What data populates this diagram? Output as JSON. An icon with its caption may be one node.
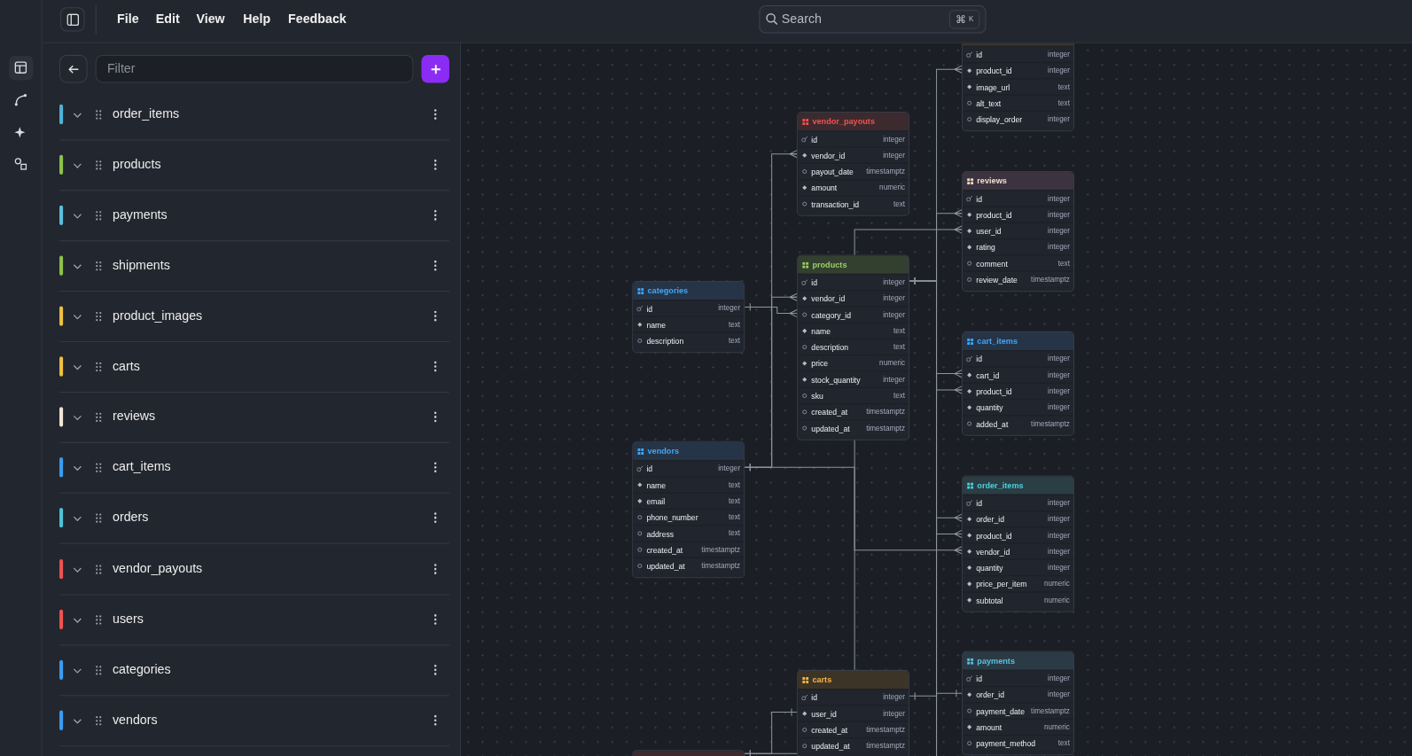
{
  "diagram": {
    "nodes": [
      {
        "text": [],
        "shape": "box"
      },
      {
        "text": [
          "id",
          "integer"
        ],
        "in": 0
      },
      {
        "text": [
          "product_id",
          "integer"
        ],
        "in": 0
      },
      {
        "text": [
          "image_url",
          "text"
        ],
        "in": 0
      },
      {
        "text": [
          "alt_text",
          "text"
        ],
        "in": 0
      },
      {
        "text": [
          "display_order",
          "integer"
        ],
        "in": 0
      },
      {
        "text": [
          "vendor_payouts"
        ]
      },
      {
        "text": [
          "id",
          "integer"
        ],
        "in": 6
      },
      {
        "text": [
          "vendor_id",
          "integer"
        ],
        "in": 6
      },
      {
        "text": [
          "payout_date",
          "timestamptz"
        ],
        "in": 6
      },
      {
        "text": [
          "amount",
          "numeric"
        ],
        "in": 6
      },
      {
        "text": [
          "transaction_id",
          "text"
        ],
        "in": 6
      },
      {
        "text": [
          "reviews"
        ]
      },
      {
        "text": [
          "id",
          "integer"
        ],
        "in": 12
      },
      {
        "text": [
          "product_id",
          "integer"
        ],
        "in": 12
      },
      {
        "text": [
          "user_id",
          "integer"
        ],
        "in": 12
      },
      {
        "text": [
          "rating",
          "integer"
        ],
        "in": 12
      },
      {
        "text": [
          "comment",
          "text"
        ],
        "in": 12
      },
      {
        "text": [
          "review_date",
          "timestamptz"
        ],
        "in": 12
      },
      {
        "text": [
          "categories"
        ]
      },
      {
        "text": [
          "id",
          "integer"
        ],
        "in": 19
      },
      {
        "text": [
          "name",
          "text"
        ],
        "in": 19
      },
      {
        "text": [
          "description",
          "text"
        ],
        "in": 19
      },
      {
        "text": [
          "products"
        ]
      },
      {
        "text": [
          "id",
          "integer"
        ],
        "in": 23
      },
      {
        "text": [
          "vendor_id",
          "integer"
        ],
        "in": 23
      },
      {
        "text": [
          "category_id",
          "integer"
        ],
        "in": 23
      },
      {
        "text": [
          "name",
          "text"
        ],
        "in": 23
      },
      {
        "text": [
          "description",
          "text"
        ],
        "in": 23
      },
      {
        "text": [
          "price",
          "numeric"
        ],
        "in": 23
      },
      {
        "text": [
          "stock_quantity",
          "integer"
        ],
        "in": 23
      },
      {
        "text": [
          "sku",
          "text"
        ],
        "in": 23
      },
      {
        "text": [
          "created_at",
          "timestamptz"
        ],
        "in": 23
      },
      {
        "text": [
          "updated_at",
          "timestamptz"
        ],
        "in": 23
      },
      {
        "text": [
          "cart_items"
        ]
      },
      {
        "text": [
          "id",
          "integer"
        ],
        "in": 34
      },
      {
        "text": [
          "cart_id",
          "integer"
        ],
        "in": 34
      },
      {
        "text": [
          "product_id",
          "integer"
        ],
        "in": 34
      },
      {
        "text": [
          "quantity",
          "integer"
        ],
        "in": 34
      },
      {
        "text": [
          "added_at",
          "timestamptz"
        ],
        "in": 34
      },
      {
        "text": [
          "vendors"
        ]
      },
      {
        "text": [
          "id",
          "integer"
        ],
        "in": 40
      },
      {
        "text": [
          "name",
          "text"
        ],
        "in": 40
      },
      {
        "text": [
          "email",
          "text"
        ],
        "in": 40
      },
      {
        "text": [
          "phone_number",
          "text"
        ],
        "in": 40
      },
      {
        "text": [
          "address",
          "text"
        ],
        "in": 40
      },
      {
        "text": [
          "created_at",
          "timestamptz"
        ],
        "in": 40
      },
      {
        "text": [
          "updated_at",
          "timestamptz"
        ],
        "in": 40
      },
      {
        "text": [
          "order_items"
        ]
      },
      {
        "text": [
          "id",
          "integer"
        ],
        "in": 48
      },
      {
        "text": [
          "order_id",
          "integer"
        ],
        "in": 48
      },
      {
        "text": [
          "product_id",
          "integer"
        ],
        "in": 48
      },
      {
        "text": [
          "vendor_id",
          "integer"
        ],
        "in": 48
      },
      {
        "text": [
          "quantity",
          "integer"
        ],
        "in": 48
      },
      {
        "text": [
          "price_per_item",
          "numeric"
        ],
        "in": 48
      },
      {
        "text": [
          "subtotal",
          "numeric"
        ],
        "in": 48
      },
      {
        "text": [
          "payments"
        ]
      },
      {
        "text": [
          "id",
          "integer"
        ],
        "in": 56
      },
      {
        "text": [
          "order_id",
          "integer"
        ],
        "in": 56
      },
      {
        "text": [
          "payment_date",
          "timestamptz"
        ],
        "in": 56
      },
      {
        "text": [
          "amount",
          "numeric"
        ],
        "in": 56
      },
      {
        "text": [
          "payment_method",
          "text"
        ],
        "in": 56
      },
      {
        "text": [
          "carts"
        ]
      },
      {
        "text": [
          "id",
          "integer"
        ],
        "in": 62
      },
      {
        "text": [
          "user_id",
          "integer"
        ],
        "in": 62
      },
      {
        "text": [
          "created_at",
          "timestamptz"
        ],
        "in": 62
      },
      {
        "text": [
          "updated_at",
          "timestamptz"
        ],
        "in": 62
      },
      {
        "text": [],
        "shape": "box"
      }
    ],
    "edges": [
      {
        "from": 41,
        "to": 8,
        "arrow": "other"
      },
      {
        "from": 41,
        "to": 25,
        "arrow": "other"
      },
      {
        "from": 20,
        "to": 26,
        "arrow": "other"
      },
      {
        "from": 41,
        "to": 52,
        "arrow": "other"
      },
      {
        "from": 24,
        "to": 2,
        "arrow": "other"
      },
      {
        "from": 24,
        "to": 14,
        "arrow": "other"
      },
      {
        "from": 24,
        "to": 37,
        "arrow": "other"
      },
      {
        "from": 24,
        "to": 51,
        "arrow": "other"
      },
      {
        "from": 63,
        "to": 36,
        "arrow": "other"
      },
      {
        "from": null,
        "to": 50,
        "arrow": "other"
      },
      {
        "from": null,
        "to": 58,
        "arrow": "other"
      },
      {
        "from": 67,
        "to": 64,
        "arrow": "other"
      },
      {
        "from": 67,
        "to": 15,
        "arrow": "other"
      }
    ],
    "labels": [
      "File",
      "Edit",
      "View",
      "Help",
      "Feedback",
      "Search",
      "⌘",
      "K",
      "Filter",
      "order_items",
      "products",
      "payments",
      "shipments",
      "product_images",
      "carts",
      "reviews",
      "cart_items",
      "orders",
      "vendor_payouts",
      "users",
      "categories",
      "vendors"
    ]
  }
}
